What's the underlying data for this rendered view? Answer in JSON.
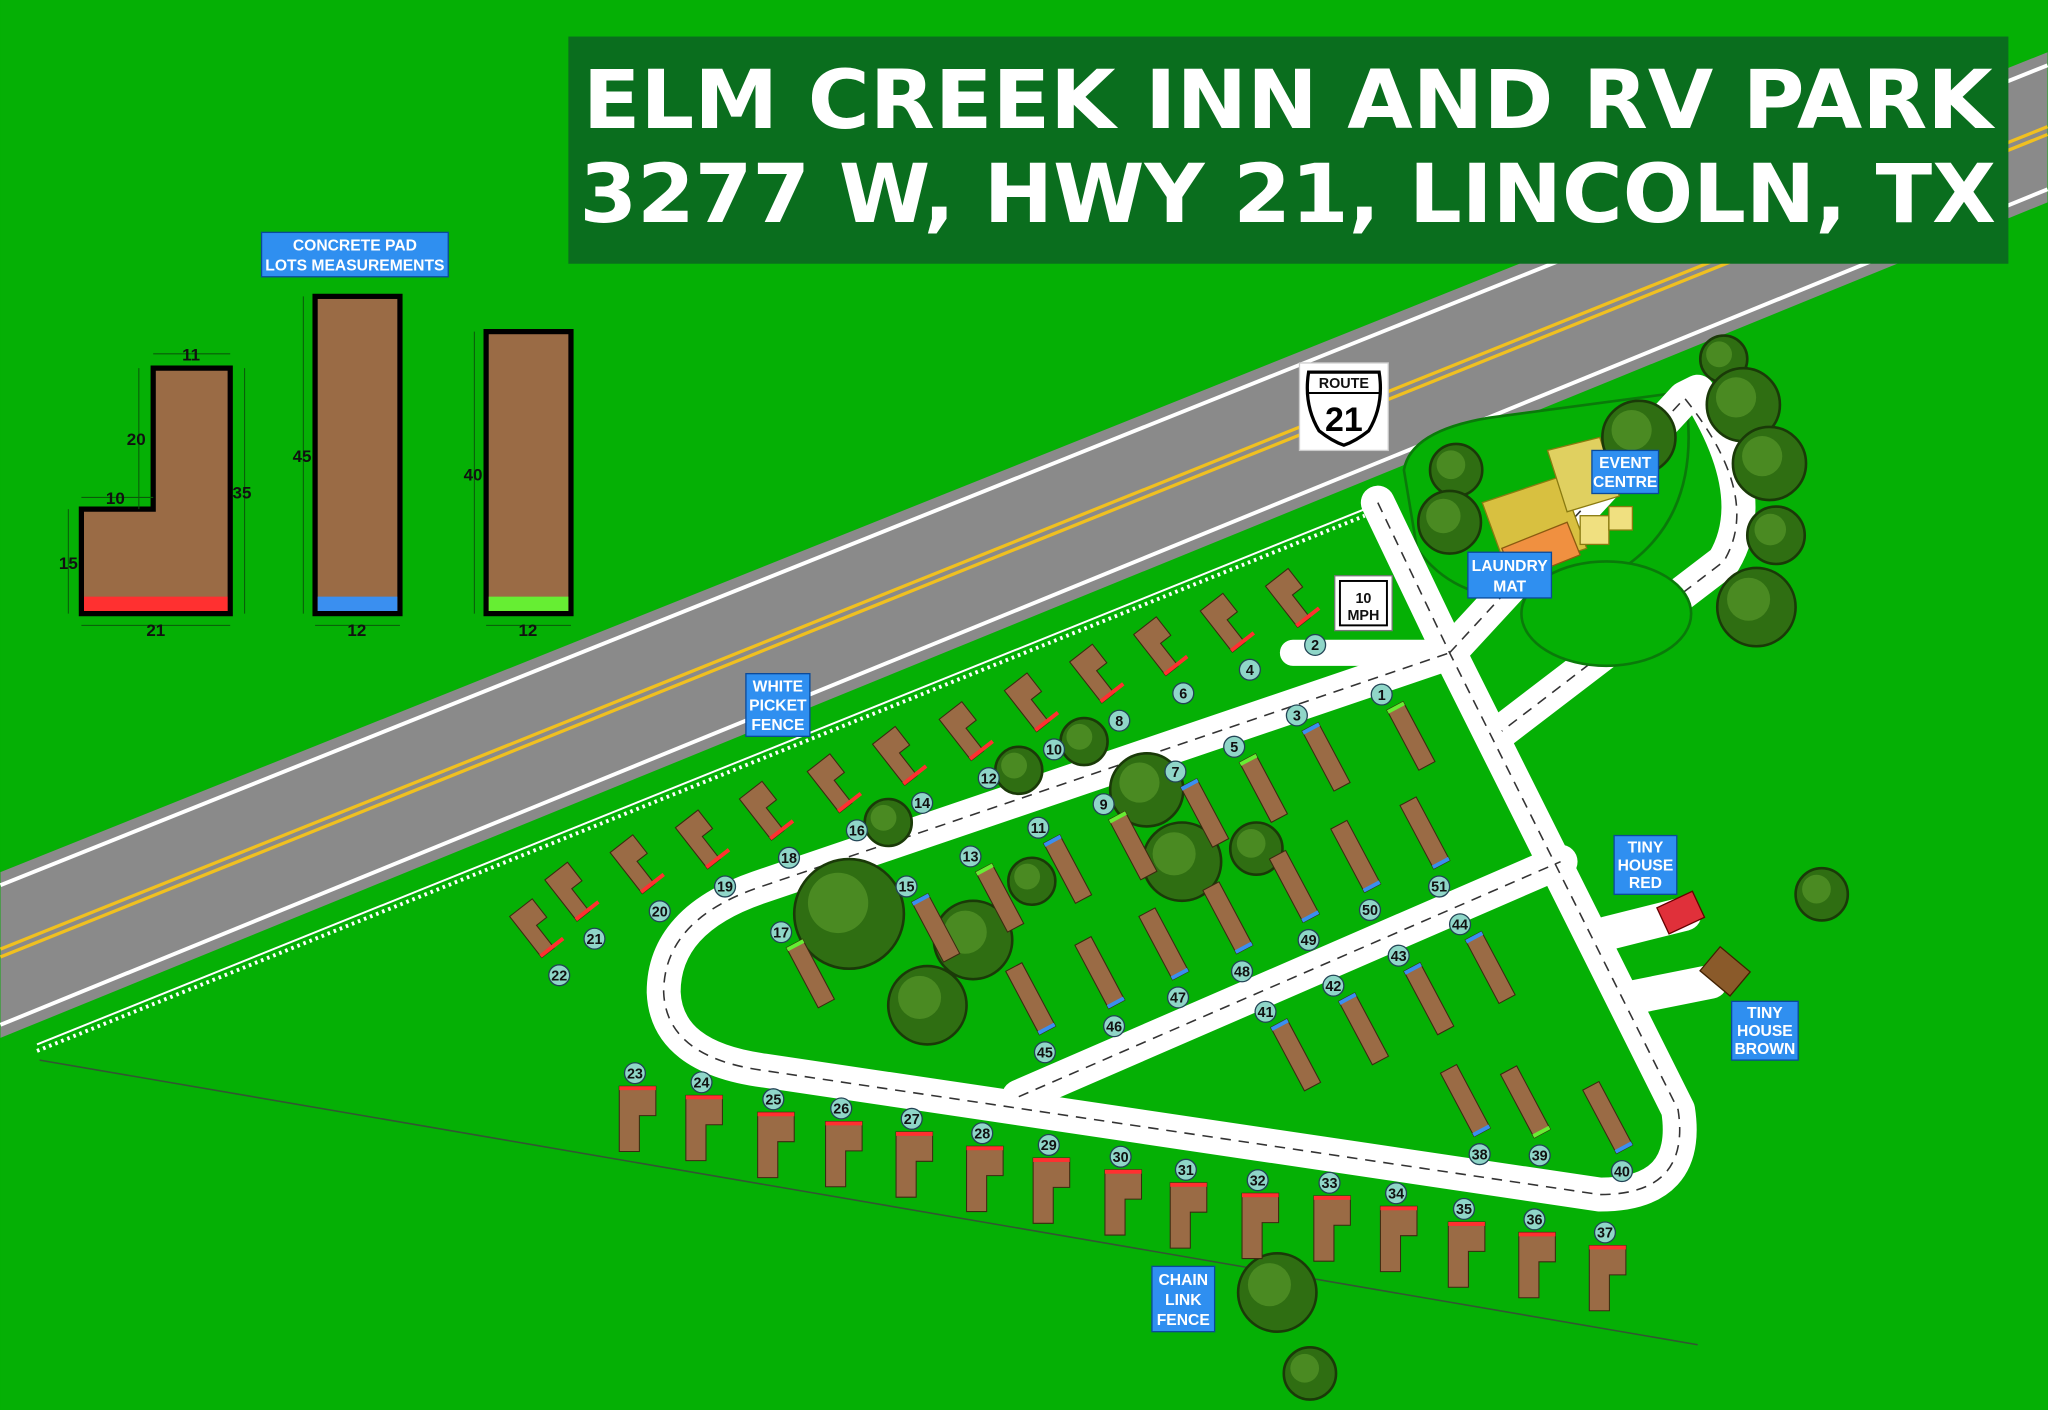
{
  "title": {
    "line1": "ELM CREEK INN AND RV PARK",
    "line2": "3277 W, HWY 21, LINCOLN, TX"
  },
  "route_sign": {
    "top": "ROUTE",
    "number": "21"
  },
  "speed_sign": {
    "value": "10",
    "unit": "MPH"
  },
  "labels": {
    "concrete_pad": [
      "CONCRETE PAD",
      "LOTS MEASUREMENTS"
    ],
    "picket_fence": [
      "WHITE",
      "PICKET",
      "FENCE"
    ],
    "event_centre": [
      "EVENT",
      "CENTRE"
    ],
    "laundry_mat": [
      "LAUNDRY",
      "MAT"
    ],
    "tiny_house_red": [
      "TINY",
      "HOUSE",
      "RED"
    ],
    "tiny_house_brown": [
      "TINY",
      "HOUSE",
      "BROWN"
    ],
    "chain_link_fence": [
      "CHAIN",
      "LINK",
      "FENCE"
    ]
  },
  "measurements": {
    "l_shape": {
      "top": "11",
      "upper_left": "20",
      "step": "10",
      "lower_left": "15",
      "right": "35",
      "bottom": "21",
      "band_color": "#ff3030"
    },
    "long_pad": {
      "height": "45",
      "width": "12",
      "band_color": "#3a8ff0"
    },
    "short_pad": {
      "height": "40",
      "width": "12",
      "band_color": "#66ee33"
    }
  },
  "lots": {
    "road_row": [
      "2",
      "4",
      "6",
      "8",
      "10",
      "12",
      "14",
      "16",
      "18",
      "19",
      "20",
      "21",
      "22"
    ],
    "bottom_row": [
      "23",
      "24",
      "25",
      "26",
      "27",
      "28",
      "29",
      "30",
      "31",
      "32",
      "33",
      "34",
      "35",
      "36",
      "37"
    ],
    "inner_upper": [
      "1",
      "3",
      "5",
      "7",
      "9",
      "11",
      "13",
      "15",
      "17"
    ],
    "inner_middle": [
      "51",
      "50",
      "49",
      "48",
      "47",
      "46",
      "45"
    ],
    "inner_lower": [
      "44",
      "43",
      "42",
      "41"
    ],
    "inner_bottom": [
      "38",
      "39",
      "40"
    ]
  },
  "colors": {
    "grass": "#05b005",
    "road": "#8a8a8a",
    "pad": "#9a6b45",
    "label_blue": "#2f8ff0",
    "title_bg": "#0a6e1e",
    "tree": "#2f6e12",
    "lot_number_bg": "#8fd6c8"
  }
}
